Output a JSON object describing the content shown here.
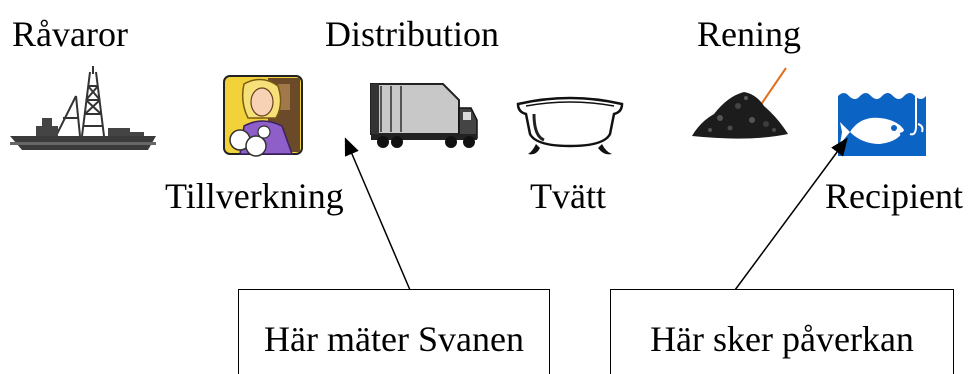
{
  "stages": {
    "raw_materials": "Råvaror",
    "manufacturing": "Tillverkning",
    "distribution": "Distribution",
    "washing": "Tvätt",
    "treatment": "Rening",
    "recipient": "Recipient"
  },
  "callouts": {
    "measure": "Här mäter Svanen",
    "impact": "Här sker påverkan"
  },
  "icons": {
    "raw_materials": "oil-rig-ship-icon",
    "manufacturing": "factory-worker-icon",
    "distribution": "truck-icon",
    "washing": "bathtub-icon",
    "treatment": "sludge-pile-icon",
    "recipient": "fish-water-icon"
  },
  "colors": {
    "water": "#0b63c4",
    "worker_purple": "#8e5fc8",
    "worker_background": "#f2d23a",
    "treatment_accent": "#e07020"
  }
}
